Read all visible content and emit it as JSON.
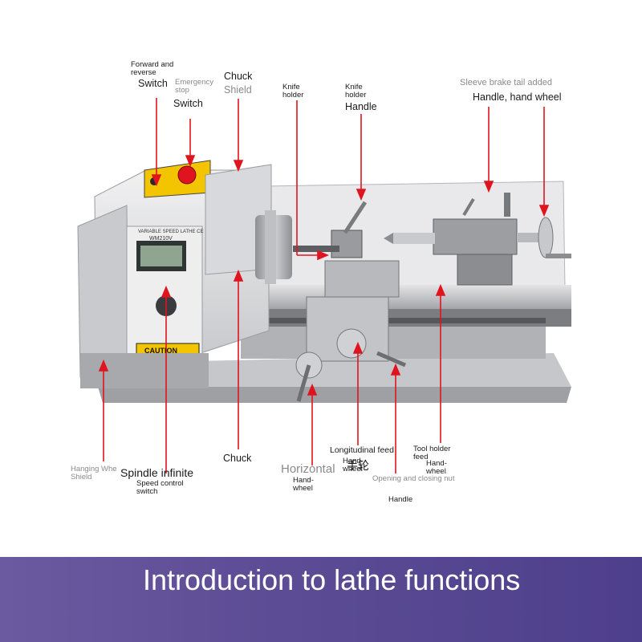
{
  "labels": {
    "forward_reverse": "Forward and reverse",
    "switch_1": "Switch",
    "emergency_stop": "Emergency stop",
    "switch_2": "Switch",
    "chuck_shield_1": "Chuck",
    "chuck_shield_2": "Shield",
    "knife_holder": "Knife holder",
    "knife_holder_handle_1": "Knife holder",
    "knife_holder_handle_2": "Handle",
    "sleeve_brake": "Sleeve brake tail added",
    "handle_hand_wheel": "Handle, hand wheel",
    "hanging_wheel_shield": "Hanging Whe Shield",
    "spindle_infinite": "Spindle infinite",
    "speed_control_switch": "Speed control switch",
    "chuck": "Chuck",
    "horizontal_1": "Horizontal",
    "horizontal_2": "手轮",
    "hand_wheel_1": "Hand-wheel",
    "longitudinal_feed": "Longitudinal feed",
    "hand_wheel_2": "Hand-wheel",
    "tool_holder_feed": "Tool holder feed",
    "hand_wheel_3": "Hand-wheel",
    "opening_closing_nut": "Opening and closing nut",
    "handle": "Handle"
  },
  "machine": {
    "caution": "CAUTION",
    "panel_title": "VARIABLE SPEED LATHE CE",
    "model": "WM210V"
  },
  "banner": {
    "title": "Introduction to lathe functions"
  },
  "colors": {
    "pointer": "#e0141e",
    "banner": "#5d4d96",
    "caution_yellow": "#f2c500"
  }
}
